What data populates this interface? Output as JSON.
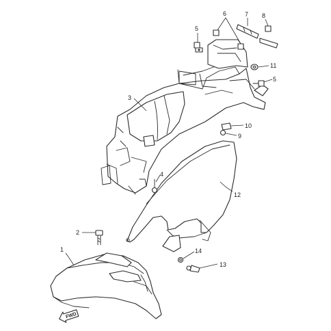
{
  "callouts": {
    "c1": "1",
    "c2": "2",
    "c3": "3",
    "c4": "4",
    "c5a": "5",
    "c5b": "5",
    "c6": "6",
    "c7": "7",
    "c8": "8",
    "c9": "9",
    "c10": "10",
    "c11": "11",
    "c12": "12",
    "c13": "13",
    "c14": "14"
  },
  "direction_label": "FWD"
}
